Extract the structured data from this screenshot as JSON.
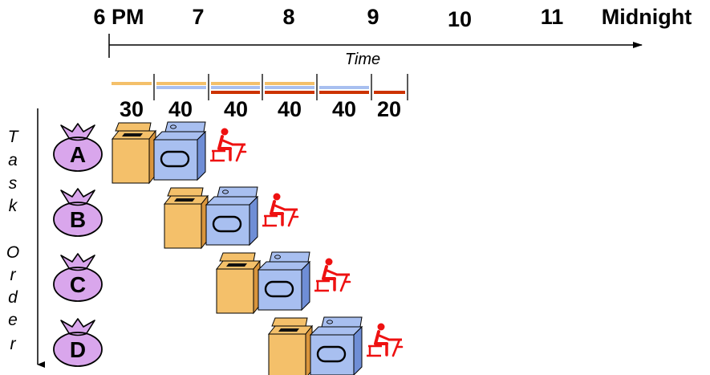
{
  "timeline": {
    "hours": [
      "6 PM",
      "7",
      "8",
      "9",
      "10",
      "11",
      "Midnight"
    ],
    "axis_label": "Time"
  },
  "stages": {
    "durations": [
      "30",
      "40",
      "40",
      "40",
      "40",
      "20"
    ],
    "bars": [
      {
        "washer": true,
        "dryer": false,
        "folder": false
      },
      {
        "washer": true,
        "dryer": true,
        "folder": false
      },
      {
        "washer": true,
        "dryer": true,
        "folder": true
      },
      {
        "washer": true,
        "dryer": true,
        "folder": true
      },
      {
        "washer": false,
        "dryer": true,
        "folder": true
      },
      {
        "washer": false,
        "dryer": false,
        "folder": true
      }
    ]
  },
  "vertical_label": [
    "T",
    "a",
    "s",
    "k",
    "",
    "O",
    "r",
    "d",
    "e",
    "r"
  ],
  "tasks": [
    "A",
    "B",
    "C",
    "D"
  ],
  "colors": {
    "washer": "#f4c06a",
    "dryer": "#a8bff0",
    "folder": "#cc3300",
    "bag": "#d9a6ec",
    "person": "#ee1111"
  },
  "icons": [
    "laundry-bag-icon",
    "washer-icon",
    "dryer-icon",
    "folding-person-icon"
  ]
}
